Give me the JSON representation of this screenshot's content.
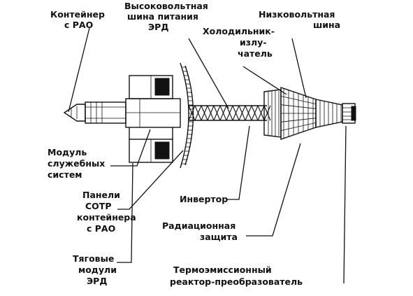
{
  "labels": {
    "rao_container": [
      "Контейнер",
      "с РАО"
    ],
    "hv_bus": [
      "Высоковольтная",
      "шина питания",
      "ЭРД"
    ],
    "lv_bus": [
      "Низковольтная",
      "шина"
    ],
    "radiator": [
      "Холодильник-",
      "излу-",
      "чатель"
    ],
    "service_module": [
      "Модуль",
      "служебных",
      "систем"
    ],
    "inverter": [
      "Инвертор"
    ],
    "sotr_panels": [
      "Панели",
      "СОТР",
      "контейнера",
      "с РАО"
    ],
    "radiation_shield": [
      "Радиационная",
      "защита"
    ],
    "thrust_modules": [
      "Тяговые",
      "модули",
      "ЭРД"
    ],
    "reactor": [
      "Термоэмиссионный",
      "реактор-преобразователь"
    ]
  },
  "colors": {
    "ink": "#111111",
    "background": "#ffffff"
  }
}
